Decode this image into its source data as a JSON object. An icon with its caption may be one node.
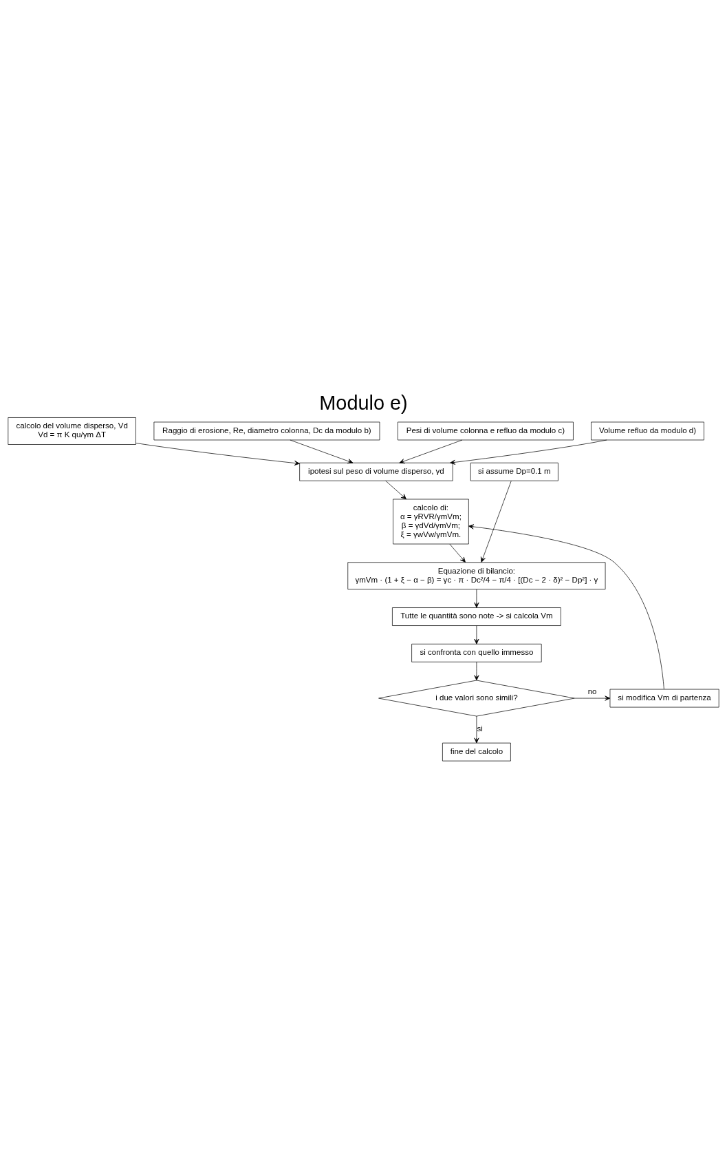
{
  "diagram": {
    "title": "Modulo e)",
    "nodes": [
      {
        "text": [
          "calcolo del volume disperso, Vd",
          "Vd = π K qu/γm ΔT"
        ]
      },
      {
        "text": [
          "Raggio di erosione, Re, diametro colonna, Dc da modulo b)"
        ]
      },
      {
        "text": [
          "Pesi di volume colonna e refluo da modulo c)"
        ]
      },
      {
        "text": [
          "Volume refluo da modulo d)"
        ]
      },
      {
        "text": [
          "ipotesi sul peso di volume disperso, γd"
        ]
      },
      {
        "text": [
          "si assume Dp=0.1 m"
        ]
      },
      {
        "text": [
          "calcolo di:",
          "α = γRVR/γmVm;",
          "β = γdVd/γmVm;",
          "ξ = γwVw/γmVm."
        ]
      },
      {
        "text": [
          "Equazione di bilancio:",
          "γmVm · (1 + ξ − α − β) = γc · π · Dc²/4 − π/4 · [(Dc − 2 · δ)² − Dp²] · γ"
        ]
      },
      {
        "text": [
          "Tutte le quantità sono note -> si calcola Vm"
        ]
      },
      {
        "text": [
          "si confronta con quello immesso"
        ]
      },
      {
        "text": [
          "i due valori sono simili?"
        ]
      },
      {
        "text": [
          "si modifica Vm di partenza"
        ]
      },
      {
        "text": [
          "fine del calcolo"
        ]
      }
    ],
    "edges": [
      {
        "from": 0,
        "to": 4,
        "arrow": "to"
      },
      {
        "from": 1,
        "to": 4,
        "arrow": "to"
      },
      {
        "from": 2,
        "to": 4,
        "arrow": "to"
      },
      {
        "from": 3,
        "to": 4,
        "arrow": "to"
      },
      {
        "from": 4,
        "to": 6,
        "arrow": "to"
      },
      {
        "from": 11,
        "to": 6,
        "arrow": "to"
      },
      {
        "from": 6,
        "to": 7,
        "arrow": "to"
      },
      {
        "from": 5,
        "to": 7,
        "arrow": "to"
      },
      {
        "from": 7,
        "to": 8,
        "arrow": "to"
      },
      {
        "from": 8,
        "to": 9,
        "arrow": "to"
      },
      {
        "from": 9,
        "to": 10,
        "arrow": "to"
      },
      {
        "from": 10,
        "to": 11,
        "label": "no",
        "arrow": "to"
      },
      {
        "from": 10,
        "to": 12,
        "label": "si",
        "arrow": "to"
      }
    ]
  }
}
